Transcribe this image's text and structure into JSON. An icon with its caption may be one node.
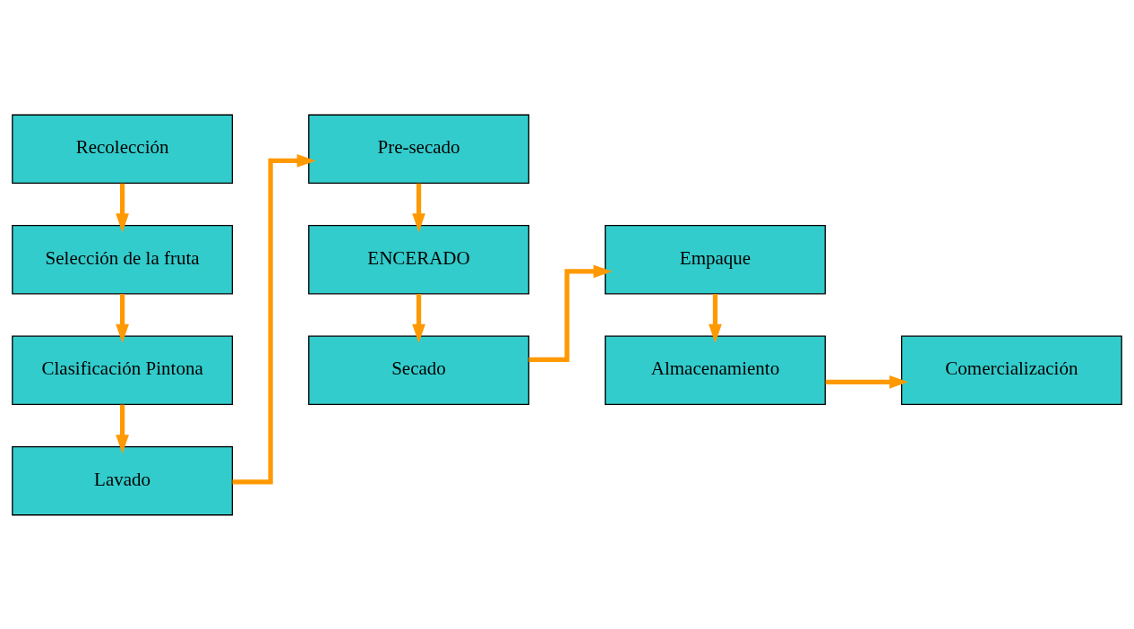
{
  "diagram": {
    "nodes": [
      {
        "text": [
          "Recolección"
        ]
      },
      {
        "text": [
          "Selección de la fruta"
        ]
      },
      {
        "text": [
          "Clasificación Pintona"
        ]
      },
      {
        "text": [
          "Lavado"
        ]
      },
      {
        "text": [
          "Pre-secado"
        ]
      },
      {
        "text": [
          "ENCERADO"
        ]
      },
      {
        "text": [
          "Secado"
        ]
      },
      {
        "text": [
          "Empaque"
        ]
      },
      {
        "text": [
          "Almacenamiento"
        ]
      },
      {
        "text": [
          "Comercialización"
        ]
      }
    ],
    "edges": [
      {
        "from": 0,
        "to": 1,
        "arrow": "to"
      },
      {
        "from": 1,
        "to": 2,
        "arrow": "to"
      },
      {
        "from": 2,
        "to": 3,
        "arrow": "to"
      },
      {
        "from": 3,
        "to": 4,
        "arrow": "to"
      },
      {
        "from": 4,
        "to": 5,
        "arrow": "to"
      },
      {
        "from": 5,
        "to": 6,
        "arrow": "to"
      },
      {
        "from": 6,
        "to": 7,
        "arrow": "to"
      },
      {
        "from": 7,
        "to": 8,
        "arrow": "to"
      },
      {
        "from": 8,
        "to": 9,
        "arrow": "to"
      }
    ]
  }
}
